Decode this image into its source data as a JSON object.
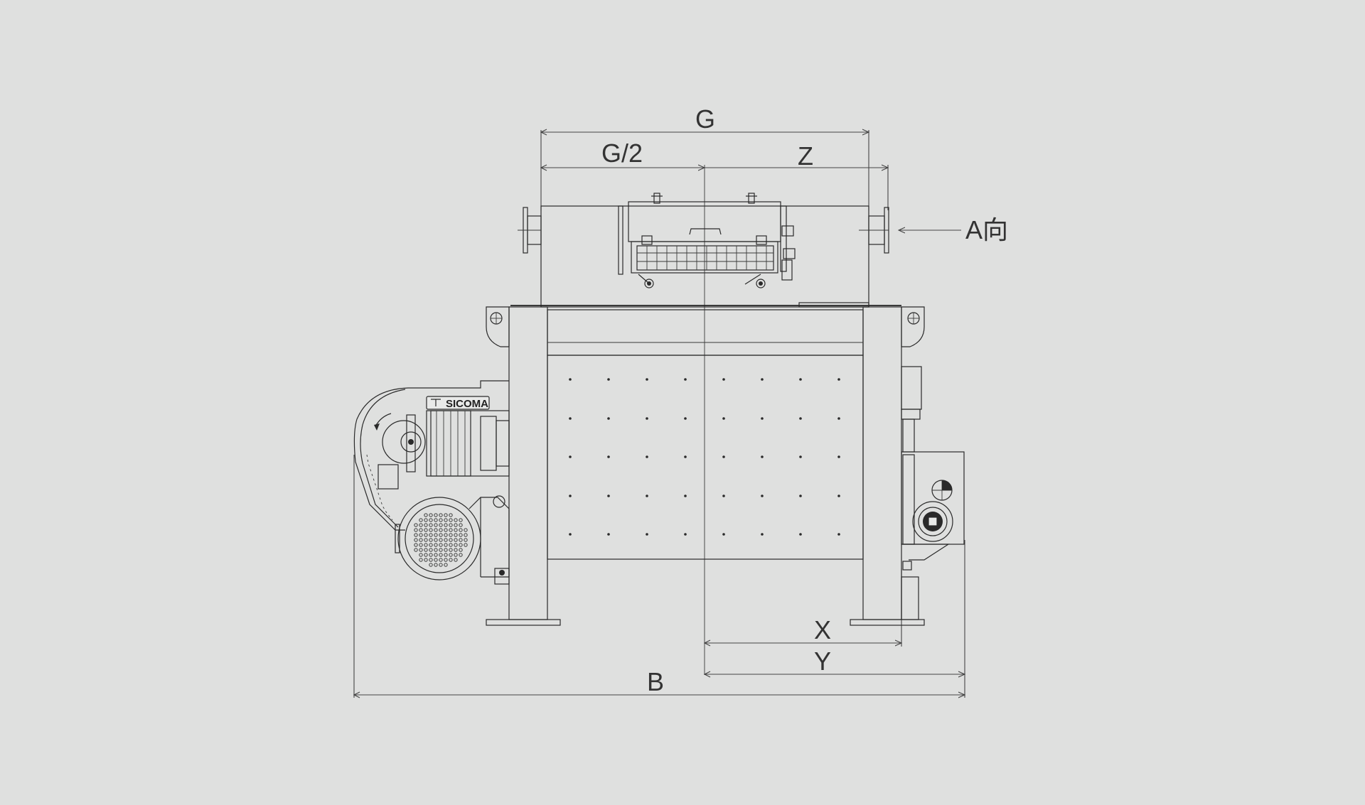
{
  "dimensions": {
    "g": "G",
    "g_half": "G/2",
    "z": "Z",
    "a_direction": "A向",
    "x": "X",
    "y": "Y",
    "b": "B"
  },
  "brand": {
    "logo_text": "SICOMA"
  },
  "colors": {
    "background": "#dfe0df",
    "line": "#2a2a2a"
  }
}
